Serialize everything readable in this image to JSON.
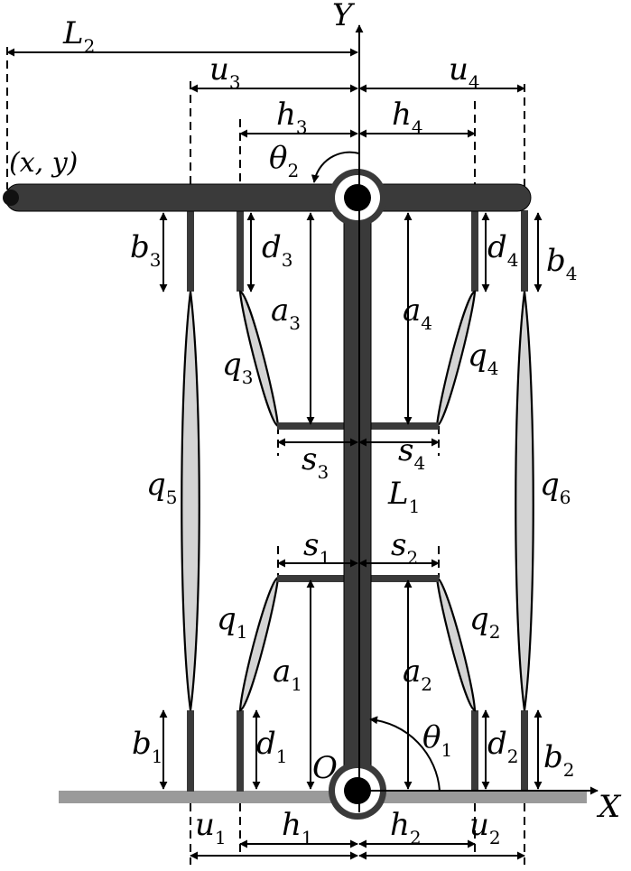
{
  "colors": {
    "link": "#3a3a3a",
    "muscle": "#d4d4d4",
    "ground": "#9a9a9a",
    "ink": "#000000"
  },
  "axes": {
    "x": "X",
    "y": "Y",
    "origin": "O"
  },
  "point": "(x, y)",
  "lengths": {
    "L1": {
      "base": "L",
      "sub": "1"
    },
    "L2": {
      "base": "L",
      "sub": "2"
    },
    "u1": {
      "base": "u",
      "sub": "1"
    },
    "u2": {
      "base": "u",
      "sub": "2"
    },
    "u3": {
      "base": "u",
      "sub": "3"
    },
    "u4": {
      "base": "u",
      "sub": "4"
    },
    "h1": {
      "base": "h",
      "sub": "1"
    },
    "h2": {
      "base": "h",
      "sub": "2"
    },
    "h3": {
      "base": "h",
      "sub": "3"
    },
    "h4": {
      "base": "h",
      "sub": "4"
    },
    "a1": {
      "base": "a",
      "sub": "1"
    },
    "a2": {
      "base": "a",
      "sub": "2"
    },
    "a3": {
      "base": "a",
      "sub": "3"
    },
    "a4": {
      "base": "a",
      "sub": "4"
    },
    "b1": {
      "base": "b",
      "sub": "1"
    },
    "b2": {
      "base": "b",
      "sub": "2"
    },
    "b3": {
      "base": "b",
      "sub": "3"
    },
    "b4": {
      "base": "b",
      "sub": "4"
    },
    "d1": {
      "base": "d",
      "sub": "1"
    },
    "d2": {
      "base": "d",
      "sub": "2"
    },
    "d3": {
      "base": "d",
      "sub": "3"
    },
    "d4": {
      "base": "d",
      "sub": "4"
    },
    "s1": {
      "base": "s",
      "sub": "1"
    },
    "s2": {
      "base": "s",
      "sub": "2"
    },
    "s3": {
      "base": "s",
      "sub": "3"
    },
    "s4": {
      "base": "s",
      "sub": "4"
    }
  },
  "muscles": {
    "q1": {
      "base": "q",
      "sub": "1"
    },
    "q2": {
      "base": "q",
      "sub": "2"
    },
    "q3": {
      "base": "q",
      "sub": "3"
    },
    "q4": {
      "base": "q",
      "sub": "4"
    },
    "q5": {
      "base": "q",
      "sub": "5"
    },
    "q6": {
      "base": "q",
      "sub": "6"
    }
  },
  "angles": {
    "theta1": {
      "base": "θ",
      "sub": "1"
    },
    "theta2": {
      "base": "θ",
      "sub": "2"
    }
  }
}
